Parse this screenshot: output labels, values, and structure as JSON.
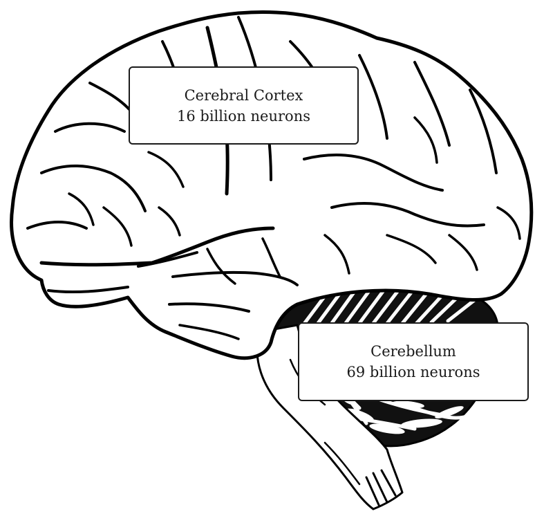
{
  "diagram": {
    "subject": "brain-lateral-view",
    "colors": {
      "line": "#000000",
      "fill": "#ffffff"
    },
    "labels": {
      "cerebral_cortex": {
        "title": "Cerebral Cortex",
        "value": "16 billion neurons"
      },
      "cerebellum": {
        "title": "Cerebellum",
        "value": "69 billion neurons"
      }
    }
  }
}
